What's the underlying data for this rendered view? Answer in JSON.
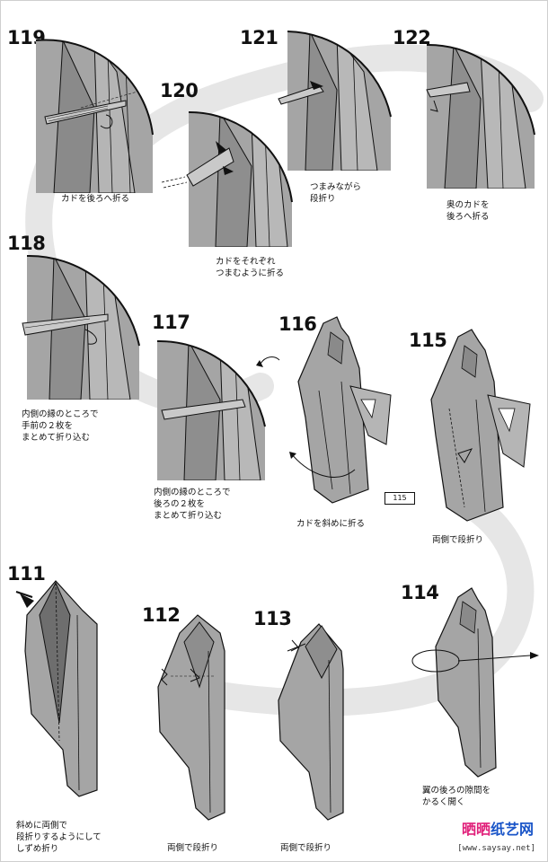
{
  "steps": [
    {
      "id": "s119",
      "number": "119",
      "caption": "カドを後ろへ折る"
    },
    {
      "id": "s120",
      "number": "120",
      "caption": "カドをそれぞれ\nつまむように折る"
    },
    {
      "id": "s121",
      "number": "121",
      "caption": "つまみながら\n段折り"
    },
    {
      "id": "s122",
      "number": "122",
      "caption": "奥のカドを\n後ろへ折る"
    },
    {
      "id": "s118",
      "number": "118",
      "caption": "内側の縁のところで\n手前の２枚を\nまとめて折り込む"
    },
    {
      "id": "s117",
      "number": "117",
      "caption": "内側の縁のところで\n後ろの２枚を\nまとめて折り込む"
    },
    {
      "id": "s116",
      "number": "116",
      "caption": "カドを斜めに折る",
      "ref": "115"
    },
    {
      "id": "s115",
      "number": "115",
      "caption": "両側で段折り"
    },
    {
      "id": "s111",
      "number": "111",
      "caption": "斜めに両側で\n段折りするようにして\nしずめ折り"
    },
    {
      "id": "s112",
      "number": "112",
      "caption": "両側で段折り"
    },
    {
      "id": "s113",
      "number": "113",
      "caption": "両側で段折り"
    },
    {
      "id": "s114",
      "number": "114",
      "caption": "翼の後ろの隙間を\nかるく開く"
    }
  ],
  "watermark": {
    "logo_part1": "晒晒",
    "logo_part2": "纸艺网",
    "url": "[www.saysay.net]"
  },
  "colors": {
    "paper": "#9a9a9a",
    "paper_dark": "#6e6e6e",
    "paper_light": "#c8c8c8",
    "swoosh": "#e6e6e6",
    "ink": "#111111"
  }
}
